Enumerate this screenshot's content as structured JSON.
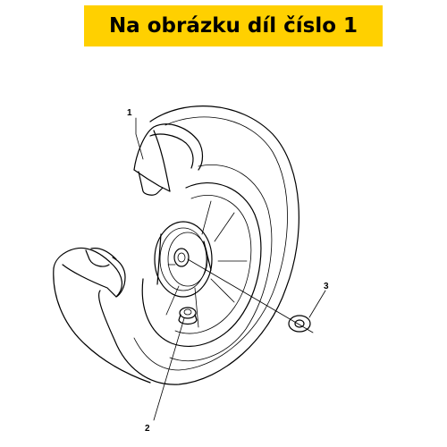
{
  "banner": {
    "text": "Na obrázku díl číslo 1",
    "color": "#ffd000"
  },
  "callouts": [
    {
      "id": "1",
      "label": "1"
    },
    {
      "id": "2",
      "label": "2"
    },
    {
      "id": "3",
      "label": "3"
    }
  ]
}
